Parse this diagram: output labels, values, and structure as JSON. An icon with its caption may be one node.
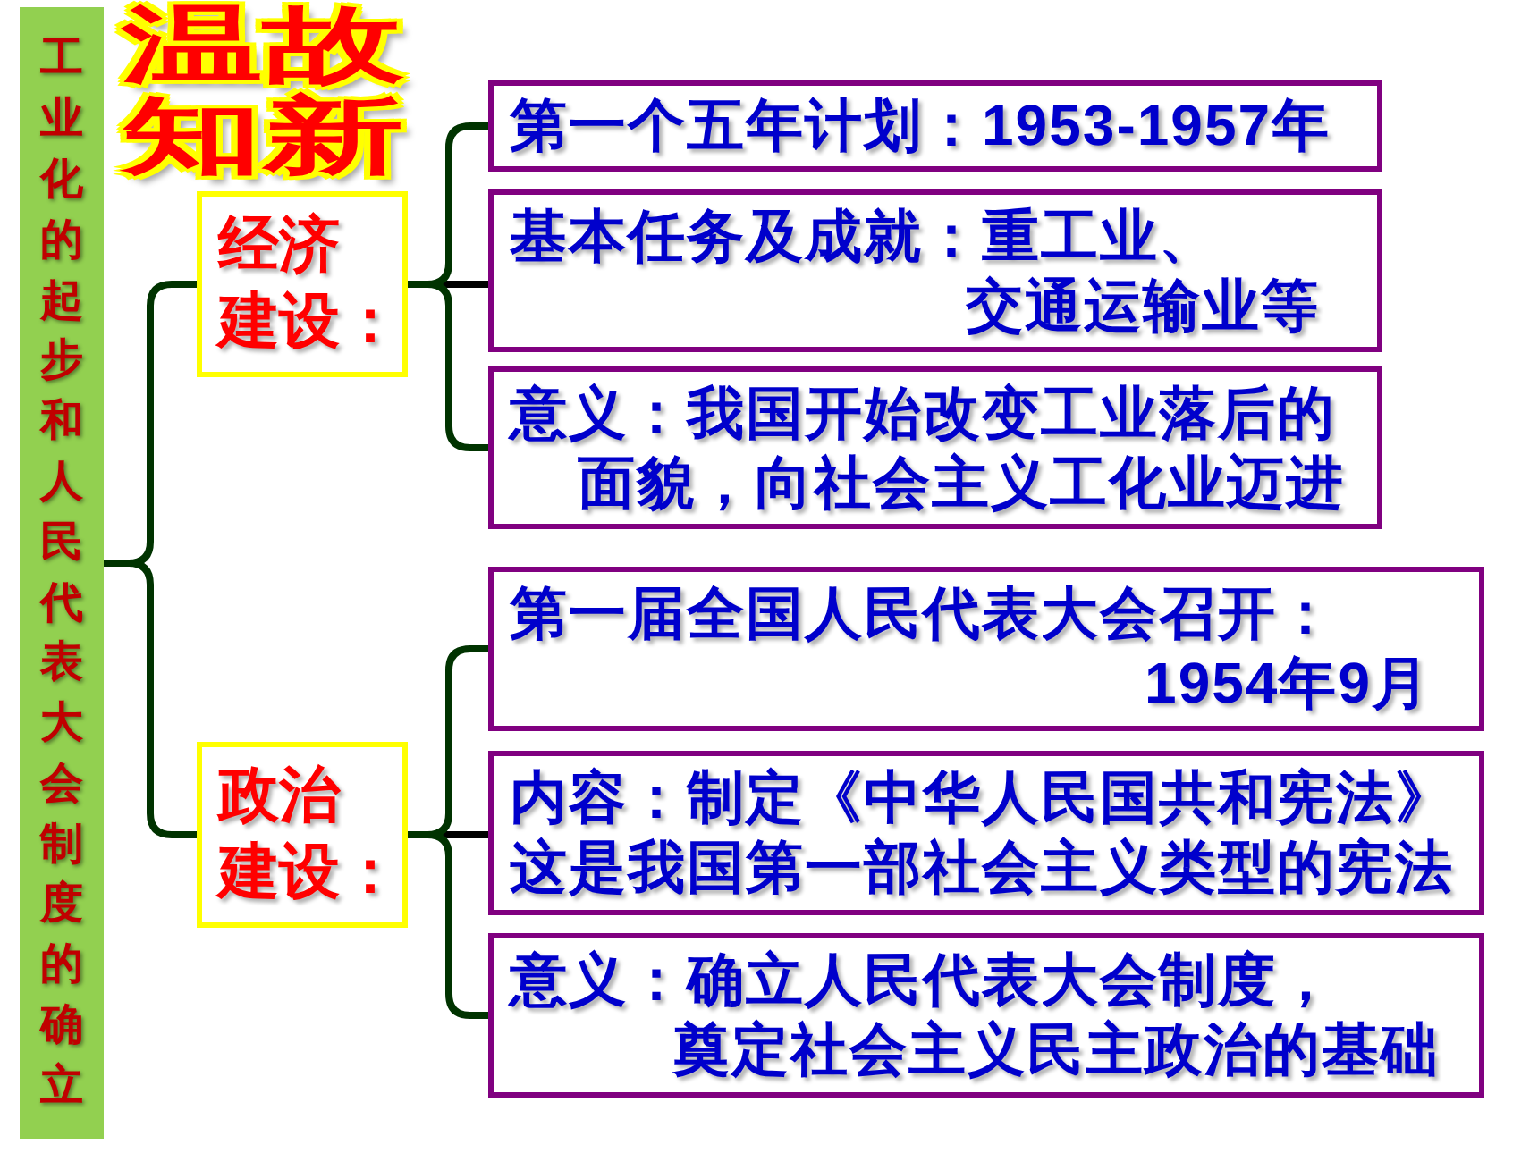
{
  "diagram": {
    "title": "温故知新",
    "nodes": [
      {
        "text": [
          "工业化的起步和人民代表大会制度的确立"
        ]
      },
      {
        "text": [
          "经济建设："
        ]
      },
      {
        "text": [
          "政治建设："
        ]
      },
      {
        "text": [
          "第一个五年计划：1953-1957年"
        ]
      },
      {
        "text": [
          "基本任务及成就：重工业、交通运输业等"
        ]
      },
      {
        "text": [
          "意义：我国开始改变工业落后的面貌，向社会主义工化业迈进"
        ]
      },
      {
        "text": [
          "第一届全国人民代表大会召开：1954年9月"
        ]
      },
      {
        "text": [
          "内容：制定《中华人民国共和宪法》这是我国第一部社会主义类型的宪法"
        ]
      },
      {
        "text": [
          "意义：确立人民代表大会制度，奠定社会主义民主政治的基础"
        ]
      }
    ],
    "edges": [
      {
        "from": 0,
        "to": 1,
        "arrow": "none"
      },
      {
        "from": 0,
        "to": 2,
        "arrow": "none"
      },
      {
        "from": 1,
        "to": 3,
        "arrow": "none"
      },
      {
        "from": 1,
        "to": 4,
        "arrow": "none",
        "color": "#000000"
      },
      {
        "from": 1,
        "to": 5,
        "arrow": "none"
      },
      {
        "from": 2,
        "to": 6,
        "arrow": "none"
      },
      {
        "from": 2,
        "to": 7,
        "arrow": "none",
        "color": "#000000"
      },
      {
        "from": 2,
        "to": 8,
        "arrow": "none"
      }
    ]
  }
}
